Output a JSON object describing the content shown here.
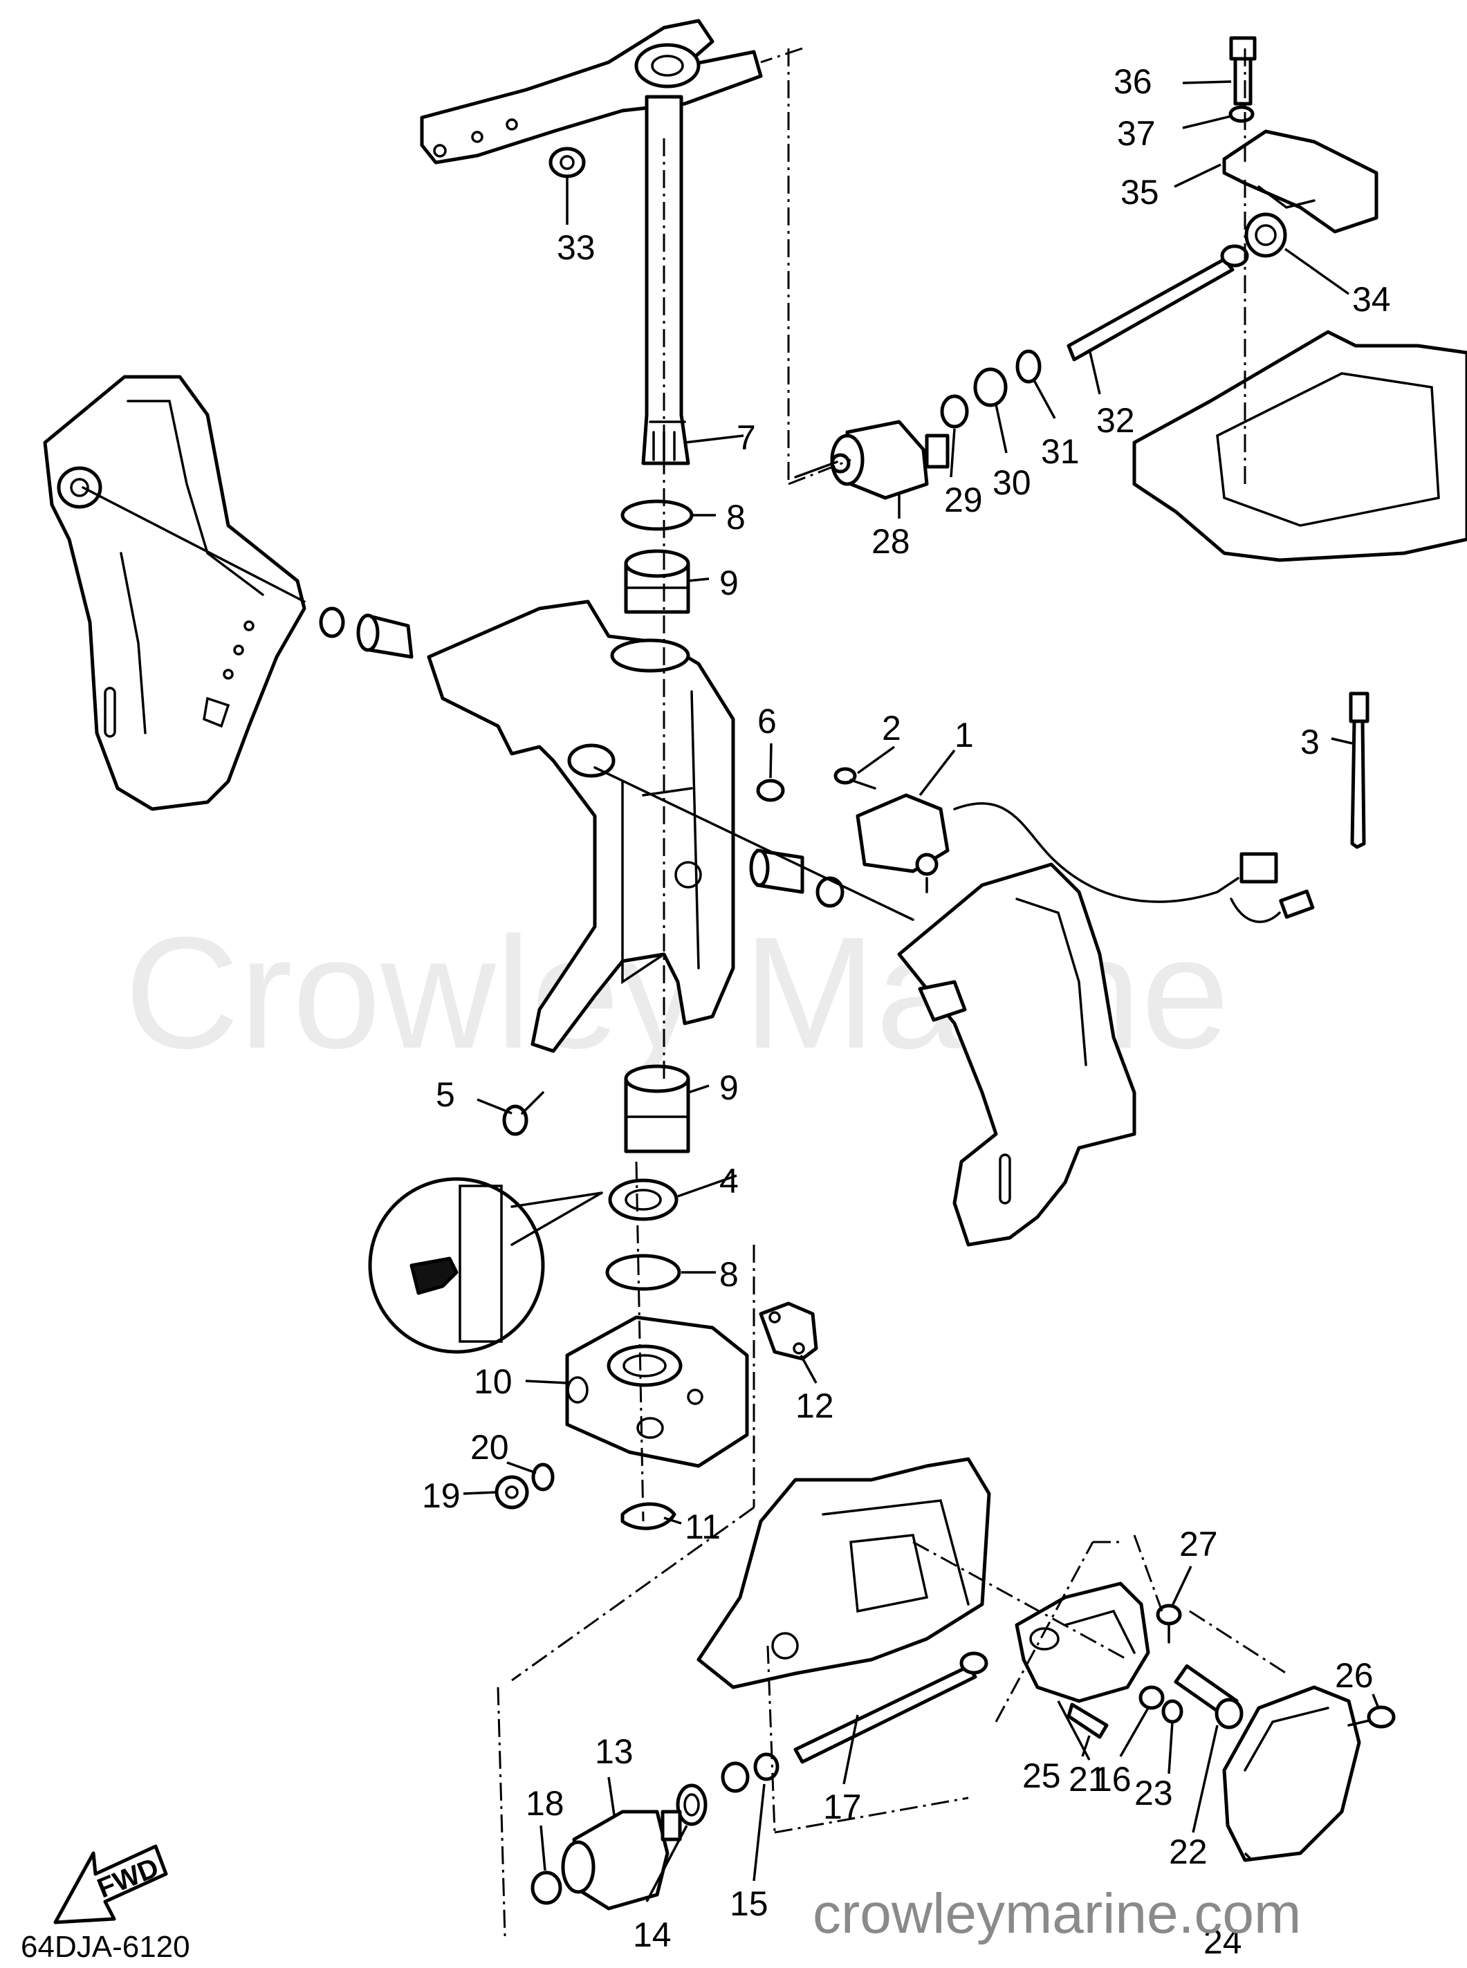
{
  "diagram": {
    "drawing_code": "64DJA-6120",
    "watermark": "Crowley Marine",
    "website": "crowleymarine.com",
    "direction_arrow": "FWD",
    "callouts": [
      "1",
      "2",
      "3",
      "4",
      "5",
      "6",
      "7",
      "8",
      "8",
      "9",
      "9",
      "10",
      "11",
      "12",
      "13",
      "14",
      "15",
      "16",
      "17",
      "18",
      "19",
      "20",
      "21",
      "22",
      "23",
      "24",
      "25",
      "26",
      "27",
      "28",
      "29",
      "30",
      "31",
      "32",
      "33",
      "34",
      "35",
      "36",
      "37"
    ]
  }
}
